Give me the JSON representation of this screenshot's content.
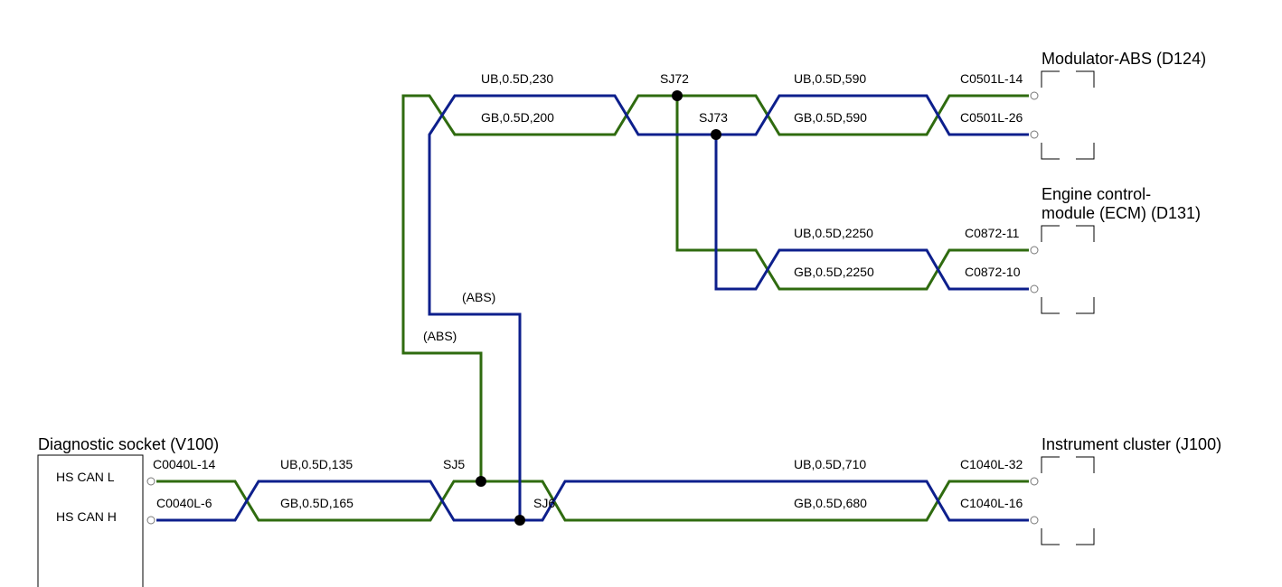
{
  "colors": {
    "can_low_wire": "#2f6b0f",
    "can_high_wire": "#0d1f8c"
  },
  "components": {
    "diagnostic_socket": {
      "title": "Diagnostic socket (V100)",
      "pins": [
        "HS CAN L",
        "HS CAN H"
      ]
    },
    "modulator_abs": {
      "title": "Modulator-ABS (D124)"
    },
    "ecm": {
      "title_line1": "Engine control-",
      "title_line2": "module (ECM) (D131)"
    },
    "instrument_cluster": {
      "title": "Instrument cluster (J100)"
    }
  },
  "connectors": {
    "diag_l": "C0040L-14",
    "diag_h": "C0040L-6",
    "abs_l": "C0501L-14",
    "abs_h": "C0501L-26",
    "ecm_l": "C0872-11",
    "ecm_h": "C0872-10",
    "ic_l": "C1040L-32",
    "ic_h": "C1040L-16"
  },
  "wires": {
    "diag_ub": "UB,0.5D,135",
    "diag_gb": "GB,0.5D,165",
    "ic_ub": "UB,0.5D,710",
    "ic_gb": "GB,0.5D,680",
    "top_ub": "UB,0.5D,230",
    "top_gb": "GB,0.5D,200",
    "abs_ub": "UB,0.5D,590",
    "abs_gb": "GB,0.5D,590",
    "ecm_ub": "UB,0.5D,2250",
    "ecm_gb": "GB,0.5D,2250"
  },
  "splices": {
    "sj5": "SJ5",
    "sj6": "SJ6",
    "sj72": "SJ72",
    "sj73": "SJ73"
  },
  "branch_labels": {
    "abs_green": "(ABS)",
    "abs_blue": "(ABS)"
  }
}
